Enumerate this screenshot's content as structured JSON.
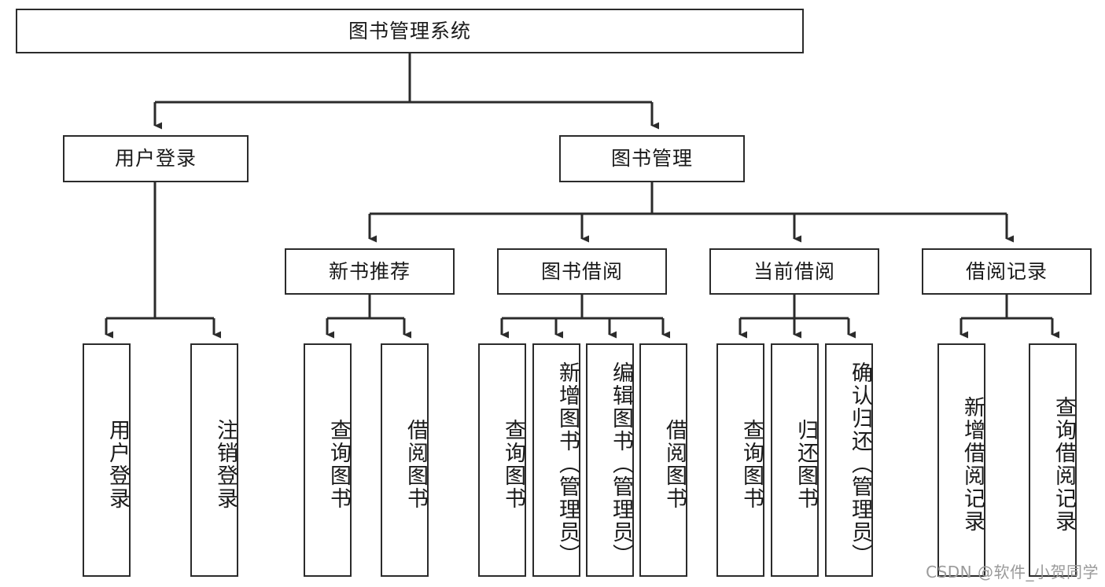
{
  "diagram": {
    "type": "tree-hierarchy-chart",
    "title": "图书管理系统",
    "colors": {
      "box_stroke": "#2b2b2b",
      "box_fill": "#ffffff",
      "connector": "#2b2b2b",
      "background": "#ffffff",
      "watermark": "#9a9a9a"
    },
    "levels": {
      "level1": [
        {
          "id": "root",
          "label": "图书管理系统"
        }
      ],
      "level2": [
        {
          "id": "user-login",
          "label": "用户登录"
        },
        {
          "id": "book-management",
          "label": "图书管理"
        }
      ],
      "level3": [
        {
          "id": "new-book-recommend",
          "label": "新书推荐"
        },
        {
          "id": "book-borrow",
          "label": "图书借阅"
        },
        {
          "id": "current-borrow",
          "label": "当前借阅"
        },
        {
          "id": "borrow-record",
          "label": "借阅记录"
        }
      ],
      "level4": [
        {
          "id": "leaf-user-login",
          "label": "用户登录"
        },
        {
          "id": "leaf-logout-login",
          "label": "注销登录"
        },
        {
          "id": "leaf-query-book-1",
          "label": "查询图书"
        },
        {
          "id": "leaf-borrow-book-1",
          "label": "借阅图书"
        },
        {
          "id": "leaf-query-book-2",
          "label": "查询图书"
        },
        {
          "id": "leaf-add-book-admin",
          "label": "新增图书（管理员）"
        },
        {
          "id": "leaf-edit-book-admin",
          "label": "编辑图书（管理员）"
        },
        {
          "id": "leaf-borrow-book-2",
          "label": "借阅图书"
        },
        {
          "id": "leaf-query-book-3",
          "label": "查询图书"
        },
        {
          "id": "leaf-return-book",
          "label": "归还图书"
        },
        {
          "id": "leaf-confirm-return-admin",
          "label": "确认归还（管理员）"
        },
        {
          "id": "leaf-add-borrow-record",
          "label": "新增借阅记录"
        },
        {
          "id": "leaf-query-borrow-record",
          "label": "查询借阅记录"
        }
      ]
    }
  },
  "watermark": {
    "text": "CSDN @软件_小贺同学"
  }
}
